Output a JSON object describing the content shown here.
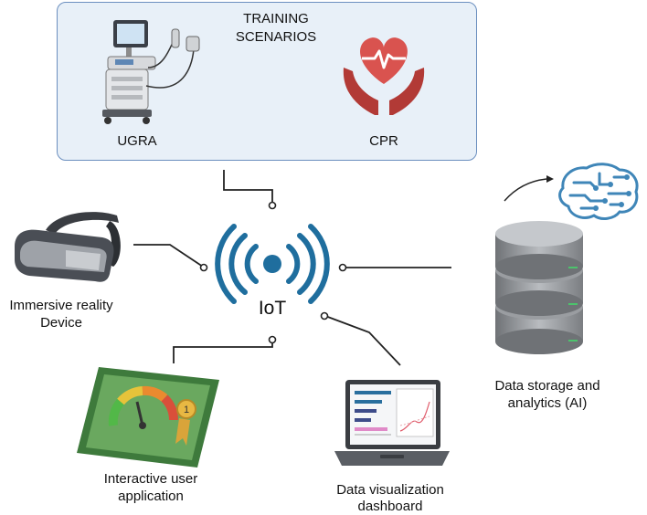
{
  "training": {
    "title_line1": "TRAINING",
    "title_line2": "SCENARIOS",
    "ugra_label": "UGRA",
    "cpr_label": "CPR"
  },
  "hub": {
    "label": "IoT",
    "icon": "wireless-signal-icon"
  },
  "vr": {
    "label_line1": "Immersive reality",
    "label_line2": "Device",
    "icon": "vr-headset-icon"
  },
  "storage": {
    "label_line1": "Data storage and",
    "label_line2": "analytics (AI)",
    "icon": "database-cylinder-icon",
    "ai_icon": "circuit-brain-icon"
  },
  "app": {
    "label_line1": "Interactive user",
    "label_line2": "application",
    "icon": "tablet-gauge-icon",
    "badge_text": "1"
  },
  "dashboard": {
    "label_line1": "Data visualization",
    "label_line2": "dashboard",
    "icon": "laptop-charts-icon"
  },
  "colors": {
    "box_fill": "#e8f0f8",
    "box_border": "#6b8fbf",
    "iot_blue": "#1f6e9e",
    "heart_red": "#d9534f",
    "tablet_green": "#4f8f4a",
    "database_gray": "#8a8a8a"
  }
}
